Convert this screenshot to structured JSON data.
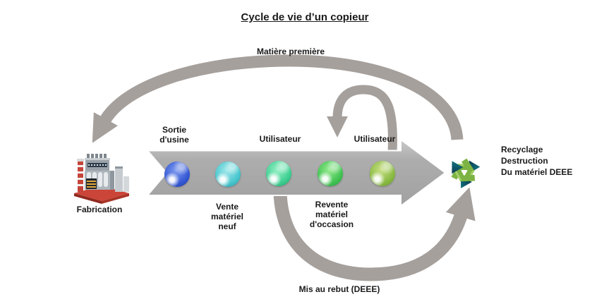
{
  "diagram": {
    "title": "Cycle de vie d’un copieur",
    "top_loop_label": "Matière première",
    "factory_label": "Fabrication",
    "stages": {
      "sortie_usine": "Sortie\nd'usine",
      "utilisateur_1": "Utilisateur",
      "utilisateur_2": "Utilisateur",
      "vente": "Vente\nmatériel\nneuf",
      "revente": "Revente\nmatériel\nd'occasion"
    },
    "recycle_lines": [
      "Recyclage",
      "Destruction",
      "Du matériel DEEE"
    ],
    "bottom_loop_label": "Mis au rebut (DEEE)",
    "spheres": [
      {
        "name": "sphere-blue",
        "light": "#7e9bee",
        "base": "#3558d4",
        "dark": "#1e3ca4"
      },
      {
        "name": "sphere-cyan",
        "light": "#9fe8ea",
        "base": "#49c6ce",
        "dark": "#2a99a4"
      },
      {
        "name": "sphere-teal-green",
        "light": "#97f0c6",
        "base": "#3ecf92",
        "dark": "#21a06c"
      },
      {
        "name": "sphere-green",
        "light": "#96ea8e",
        "base": "#41c353",
        "dark": "#27a03a"
      },
      {
        "name": "sphere-yellow-green",
        "light": "#c8e086",
        "base": "#8aba43",
        "dark": "#6a972c"
      }
    ],
    "colors": {
      "arrow_light": "#c9c9c9",
      "arrow_mid": "#adadad",
      "arrow_dark": "#a1a1a1",
      "loop_gray": "#a5a09c",
      "recycle_green": "#7cb342",
      "recycle_green_light": "#a5d16c",
      "recycle_teal_dark": "#0c3a53",
      "recycle_teal_light": "#128089",
      "factory_red": "#c0392b"
    }
  }
}
